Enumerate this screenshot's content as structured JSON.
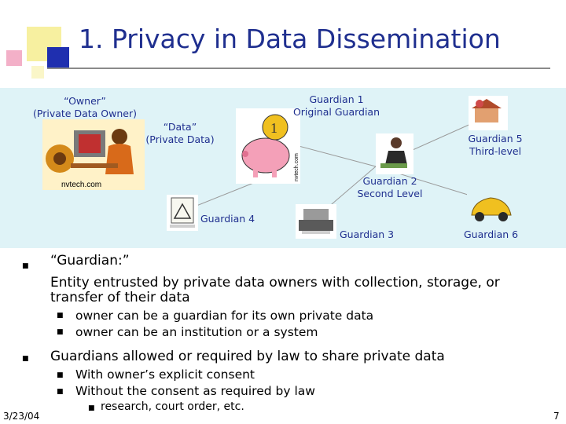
{
  "slide": {
    "title": "1. Privacy in Data Dissemination",
    "date": "3/23/04",
    "page_number": "7"
  },
  "diagram": {
    "owner_label_1": "“Owner”",
    "owner_label_2": "(Private Data Owner)",
    "data_label_1": "“Data”",
    "data_label_2": "(Private Data)",
    "g1_line1": "Guardian 1",
    "g1_line2": "Original Guardian",
    "g2_line1": "Guardian 2",
    "g2_line2": "Second Level",
    "g3": "Guardian 3",
    "g4": "Guardian 4",
    "g5_line1": "Guardian 5",
    "g5_line2": "Third-level",
    "g6": "Guardian 6",
    "credit_owner": "nvtech.com",
    "credit_data": "nvtech.com",
    "colors": {
      "panel": "#dff3f7",
      "label": "#1f2f8f",
      "line": "#9a9a9a"
    }
  },
  "bullets": {
    "b1_head": "“Guardian:”",
    "b1_line1": "Entity entrusted by private data owners with collection, storage, or",
    "b1_line2": "transfer of their data",
    "b1_sub1": "owner can be a guardian for its own private data",
    "b1_sub2": "owner can be an institution or a system",
    "b2_head": "Guardians allowed or required by law to share private data",
    "b2_sub1": "With owner’s explicit consent",
    "b2_sub2": "Without the consent as required by law",
    "b2_sub2_sub1": "research, court order, etc."
  }
}
